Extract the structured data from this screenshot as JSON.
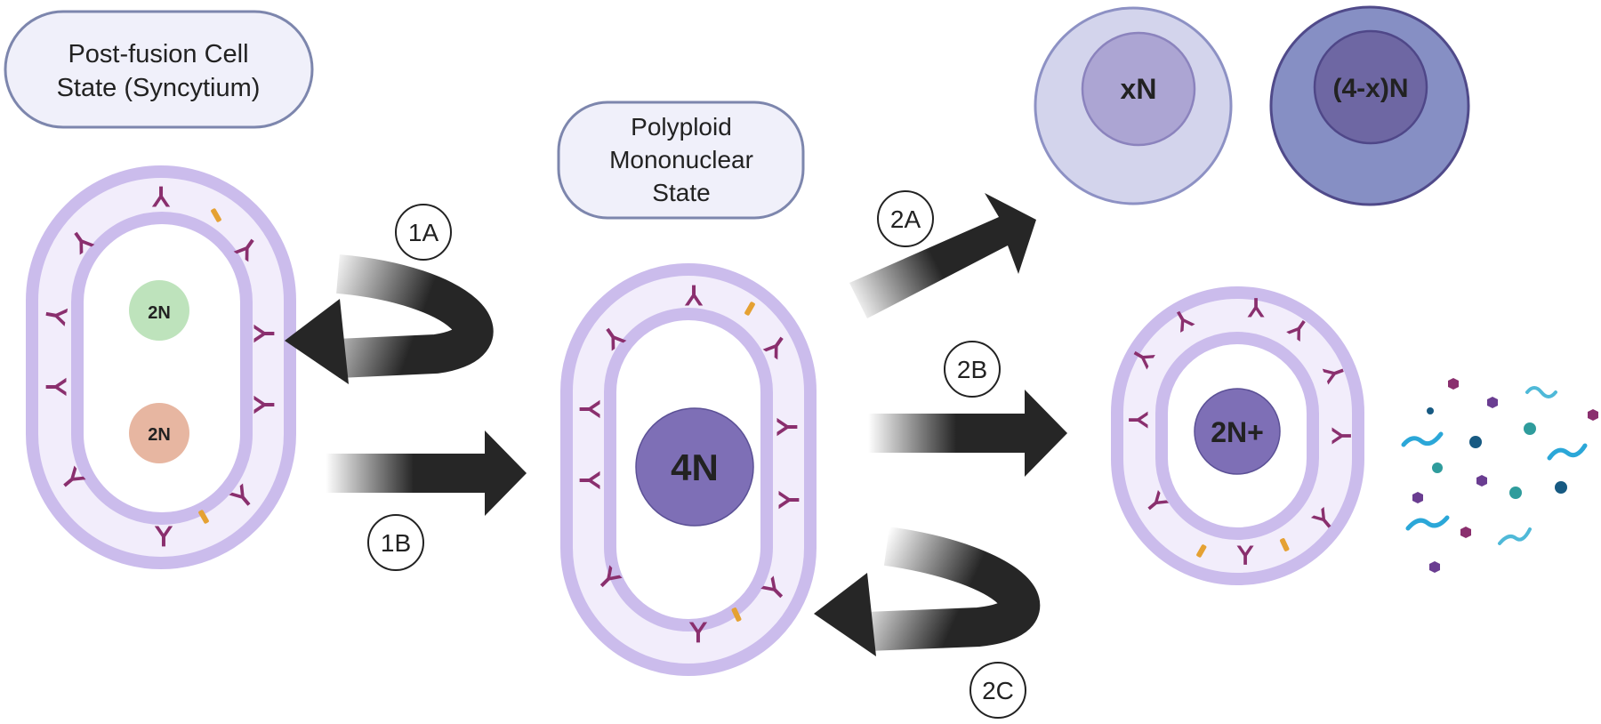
{
  "colors": {
    "membrane": "#cbbcec",
    "membrane_inner": "#f2edfb",
    "marker_purple": "#8a2f6e",
    "marker_orange": "#e5a133",
    "arrow": "#262626",
    "label_box_fill": "#f0f0fa",
    "label_box_stroke": "#7d86ad",
    "nucleus_green": "#bee3bc",
    "nucleus_peach": "#e7b6a1",
    "nucleus_purple": "#7e6fb6",
    "daughter_light": "#d3d4ec",
    "daughter_light_nucleus": "#aca5d3",
    "daughter_dark": "#868fc4",
    "daughter_dark_nucleus": "#6e67a3",
    "debris_teal": "#2f9c9c",
    "debris_blue": "#175a82",
    "debris_cyan": "#2ba7d8",
    "debris_purple": "#6a3d91"
  },
  "labels": {
    "post_fusion_line1": "Post-fusion Cell",
    "post_fusion_line2": "State (Syncytium)",
    "polyploid_line1": "Polyploid",
    "polyploid_line2": "Mononuclear",
    "polyploid_line3": "State"
  },
  "nuclei": {
    "syncytium_top": "2N",
    "syncytium_bottom": "2N",
    "polyploid": "4N",
    "daughter_left": "xN",
    "daughter_right": "(4-x)N",
    "aneuploid": "2N+"
  },
  "steps": {
    "s1a": "1A",
    "s1b": "1B",
    "s2a": "2A",
    "s2b": "2B",
    "s2c": "2C"
  }
}
